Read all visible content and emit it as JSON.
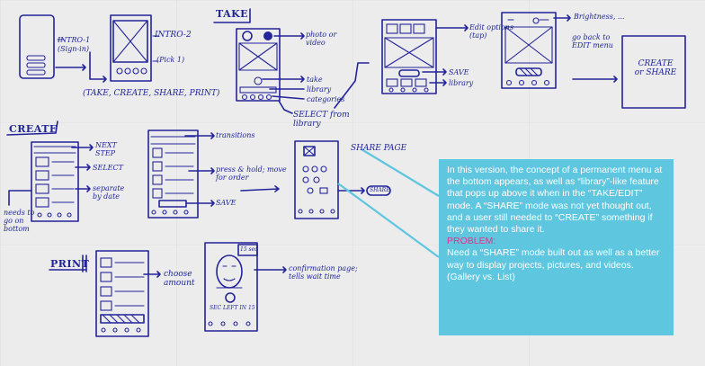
{
  "sketch_labels": {
    "intro1": "INTRO-1",
    "intro1_sub": "(Sign-in)",
    "intro2": "INTRO-2",
    "intro2_sub": "(Pick 1)",
    "pick_options": "(TAKE, CREATE, SHARE, PRINT)",
    "take_title": "TAKE",
    "photo_or_video": "photo or video",
    "take": "take",
    "library": "library",
    "categories": "categories",
    "select_from_library": "SELECT from library",
    "edit_options": "Edit options (tap)",
    "save": "SAVE",
    "library2": "library",
    "brightness": "Brightness, ...",
    "go_back": "go back to EDIT menu",
    "create_or_share": "CREATE or SHARE",
    "create_title": "CREATE",
    "next_step": "NEXT STEP",
    "select": "SELECT",
    "separate_by_date": "separate by date",
    "needs_to_go_on_bottom": "needs to go on bottom",
    "transitions": "transitions",
    "press_hold": "press & hold; move for order",
    "save2": "SAVE",
    "share_page": "SHARE PAGE",
    "share_btn": "SHARE",
    "print_title": "PRINT",
    "choose_amount": "choose amount",
    "confirmation": "confirmation page; tells wait time",
    "wait_badge": "15 sec",
    "countdown": "SEC LEFT IN 15"
  },
  "note": {
    "body": "In this version, the concept of a permanent menu at the bottom appears, as well as “library”-like feature that pops up above it when in the “TAKE/EDIT” mode. A “SHARE” mode was not yet thought out, and a user still needed to “CREATE” something if they wanted to share it.",
    "problem_label": "PROBLEM:",
    "problem_text": "Need a “SHARE” mode built out as well as a better way to display projects, pictures, and videos. (Gallery vs. List)",
    "background_color": "#5fc6e0",
    "problem_color": "#e6308a"
  },
  "colors": {
    "ink": "#23239a",
    "paper": "#ececed"
  }
}
